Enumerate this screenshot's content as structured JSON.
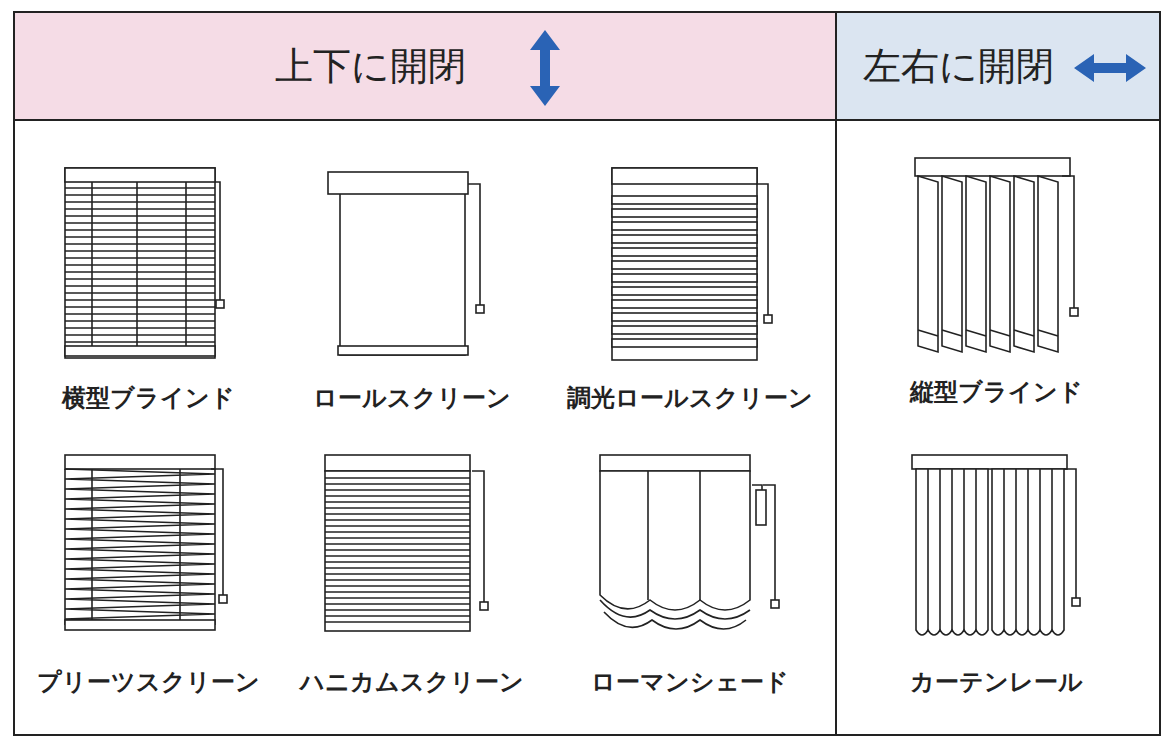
{
  "diagram": {
    "nodes": [
      {
        "text": [
          "上下に開閉"
        ]
      },
      {
        "text": [
          "左右に開閉"
        ]
      }
    ],
    "labels": [
      "横型ブラインド",
      "ロールスクリーン",
      "調光ロールスクリーン",
      "縦型ブラインド",
      "プリーツスクリーン",
      "ハニカムスクリーン",
      "ローマンシェード",
      "カーテンレール"
    ]
  }
}
